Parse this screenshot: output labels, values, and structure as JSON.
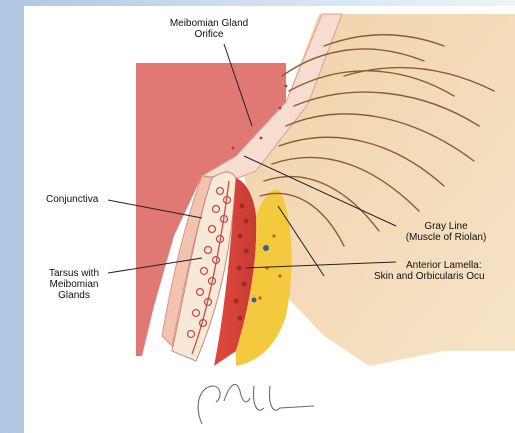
{
  "labels": {
    "orifice_line1": "Meibomian Gland",
    "orifice_line2": "Orifice",
    "conjunctiva": "Conjunctiva",
    "tarsus_line1": "Tarsus with",
    "tarsus_line2": "Meibomian",
    "tarsus_line3": "Glands",
    "gray_line1": "Gray Line",
    "gray_line2": "(Muscle of Riolan)",
    "anterior_line1": "Anterior Lamella:",
    "anterior_line2": "Skin and Orbicularis Ocu"
  },
  "colors": {
    "background_left": "#aec6e3",
    "panel": "#ffffff",
    "pink_block": "#e07874",
    "skin": "#f2d7b0",
    "conjunctiva": "#f4c3b0",
    "tarsus": "#f7e8d7",
    "muscle": "#d9433a",
    "fat": "#f3c93d",
    "eyelash": "#8a5e33",
    "leader_line": "#222222"
  },
  "signature_icon": "artist-signature-icon"
}
